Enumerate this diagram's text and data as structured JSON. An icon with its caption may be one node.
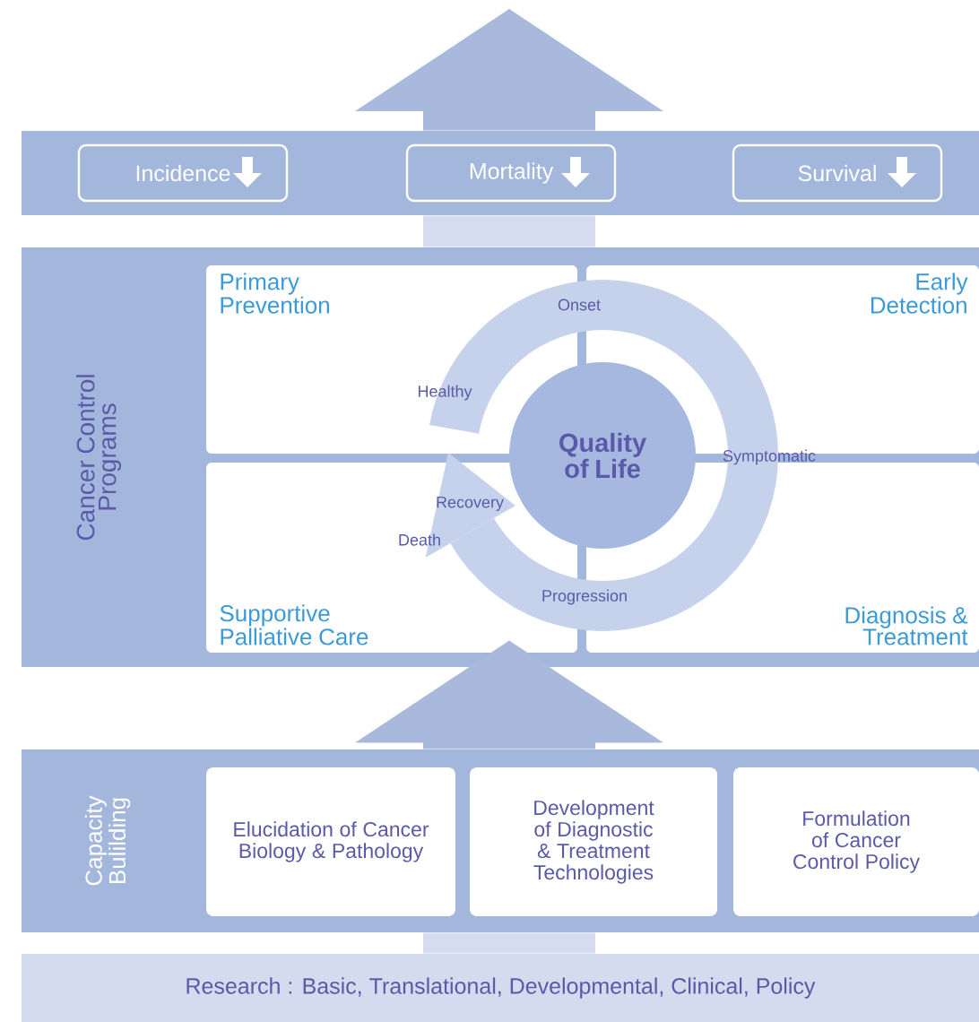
{
  "diagram": {
    "nodes": [
      {
        "text": [],
        "shape": "bar"
      },
      {
        "text": [
          "Incidence"
        ],
        "in": 0
      },
      {
        "text": [
          "Mortality"
        ],
        "in": 0
      },
      {
        "text": [
          "Survival"
        ],
        "in": 0
      },
      {
        "text": [
          "Cancer Control Programs"
        ]
      },
      {
        "text": [
          "Primary Prevention"
        ],
        "in": 4
      },
      {
        "text": [
          "Early Detection"
        ],
        "in": 4
      },
      {
        "text": [
          "Supportive Palliative Care"
        ],
        "in": 4
      },
      {
        "text": [
          "Diagnosis & Treatment"
        ],
        "in": 4
      },
      {
        "text": [
          "Quality of Life"
        ],
        "in": 4
      },
      {
        "text": [
          "Capacity Bulilding"
        ]
      },
      {
        "text": [
          "Elucidation of Cancer Biology & Pathology"
        ],
        "in": 10
      },
      {
        "text": [
          "Development of Diagnostic & Treatment Technologies"
        ],
        "in": 10
      },
      {
        "text": [
          "Formulation of Cancer Control Policy"
        ],
        "in": 10
      },
      {
        "text": [
          "Research : Basic, Translational, Developmental, Clinical, Policy"
        ]
      }
    ],
    "edges": [
      {
        "from": 0,
        "to": null,
        "arrow": "to"
      },
      {
        "from": 4,
        "to": 0,
        "arrow": "none",
        "color": "#d5dcef"
      },
      {
        "from": 10,
        "to": 4,
        "arrow": "to"
      },
      {
        "from": 14,
        "to": 10,
        "arrow": "none",
        "color": "#d5dcef"
      }
    ],
    "labels": [
      "Onset",
      "Healthy",
      "Symptomatic",
      "Recovery",
      "Death",
      "Progression"
    ]
  }
}
